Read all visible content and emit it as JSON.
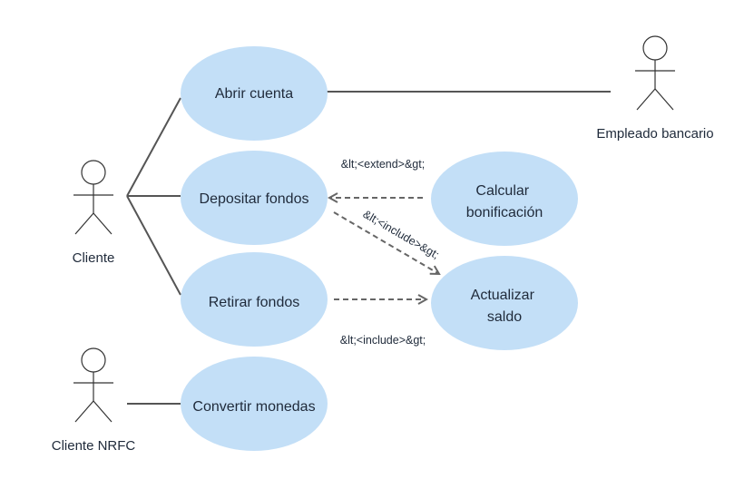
{
  "actors": {
    "cliente": "Cliente",
    "empleado": "Empleado bancario",
    "nrfc": "Cliente NRFC"
  },
  "use_cases": {
    "abrir_cuenta": [
      "Abrir cuenta"
    ],
    "depositar": [
      "Depositar fondos"
    ],
    "retirar": [
      "Retirar fondos"
    ],
    "convertir": [
      "Convertir monedas"
    ],
    "calcular": [
      "Calcular",
      "bonificación"
    ],
    "actualizar": [
      "Actualizar",
      "saldo"
    ]
  },
  "relations": {
    "extend_label": "&lt;<extend>&gt;",
    "include_depositar_label": "&lt;<include>&gt;",
    "include_retirar_label": "&lt;<include>&gt;"
  },
  "colors": {
    "use_case_fill": "#c3dff7",
    "line": "#555555",
    "text": "#1f2a3a"
  }
}
